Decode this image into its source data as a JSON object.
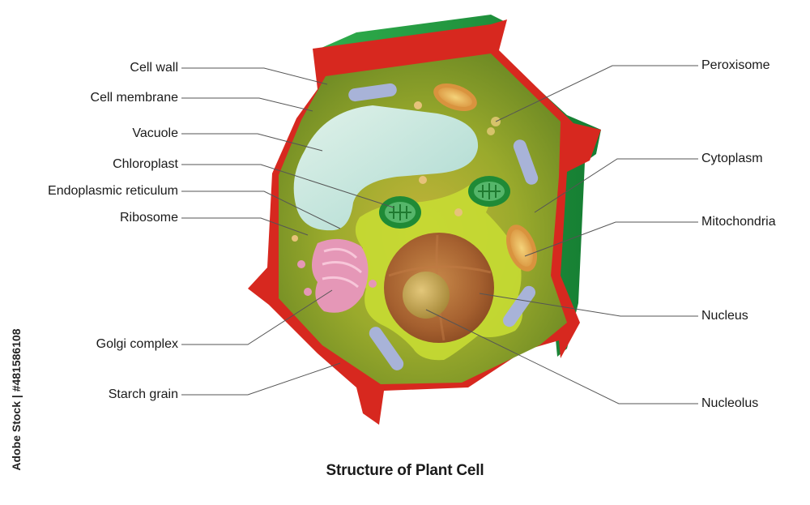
{
  "diagram": {
    "caption": "Structure of Plant Cell",
    "labels_left": [
      {
        "id": "cell-wall",
        "text": "Cell wall"
      },
      {
        "id": "cell-membrane",
        "text": "Cell membrane"
      },
      {
        "id": "vacuole",
        "text": "Vacuole"
      },
      {
        "id": "chloroplast",
        "text": "Chloroplast"
      },
      {
        "id": "endoplasmic-reticulum",
        "text": "Endoplasmic reticulum"
      },
      {
        "id": "ribosome",
        "text": "Ribosome"
      },
      {
        "id": "golgi-complex",
        "text": "Golgi complex"
      },
      {
        "id": "starch-grain",
        "text": "Starch grain"
      }
    ],
    "labels_right": [
      {
        "id": "peroxisome",
        "text": "Peroxisome"
      },
      {
        "id": "cytoplasm",
        "text": "Cytoplasm"
      },
      {
        "id": "mitochondria",
        "text": "Mitochondria"
      },
      {
        "id": "nucleus",
        "text": "Nucleus"
      },
      {
        "id": "nucleolus",
        "text": "Nucleolus"
      }
    ],
    "watermark_side": "Adobe Stock | #481586108",
    "colors": {
      "cell_wall_red": "#d7281f",
      "outer_wall_green": "#1f9a3f",
      "cytoplasm_green": "#9aaa2c",
      "vacuole_blue": "#c9ecec",
      "nucleus_brown": "#a5602f",
      "golgi_pink": "#e597b7",
      "er_yellowgreen": "#c6dc33",
      "leader_line": "#555555"
    }
  }
}
